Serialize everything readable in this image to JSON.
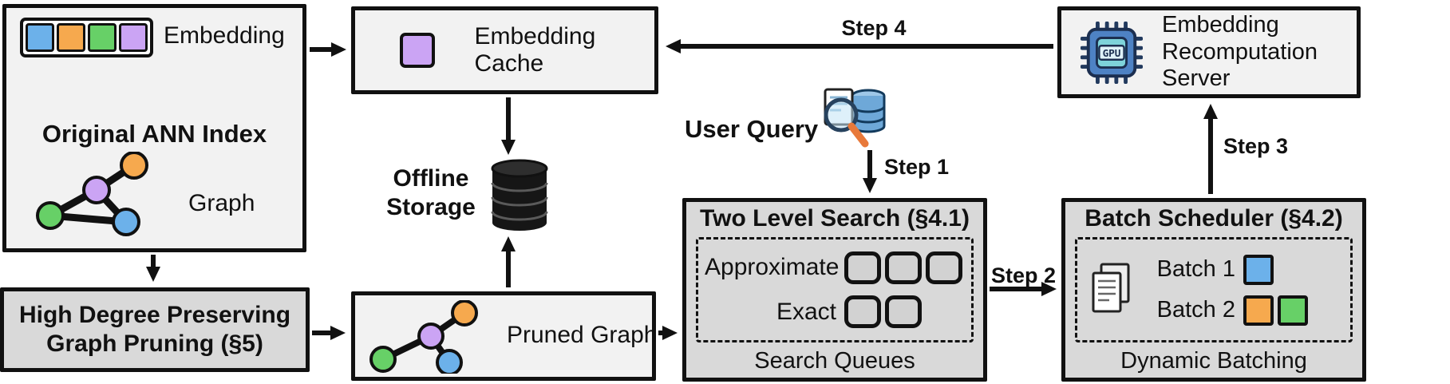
{
  "colors": {
    "blue": "#6cb1ea",
    "orange": "#f6a94e",
    "green": "#67d067",
    "purple": "#cba4f4"
  },
  "original_ann_index": {
    "title": "Original ANN Index",
    "embedding_label": "Embedding",
    "graph_label": "Graph"
  },
  "embedding_cache": {
    "label": "Embedding Cache"
  },
  "offline_storage": {
    "label": "Offline Storage"
  },
  "graph_pruning": {
    "label": "High Degree Preserving Graph Pruning (§5)"
  },
  "pruned_graph": {
    "label": "Pruned Graph"
  },
  "user_query": {
    "label": "User Query"
  },
  "two_level_search": {
    "title": "Two Level Search (§4.1)",
    "approximate_label": "Approximate",
    "exact_label": "Exact",
    "footer": "Search Queues"
  },
  "batch_scheduler": {
    "title": "Batch Scheduler (§4.2)",
    "batch1_label": "Batch 1",
    "batch2_label": "Batch 2",
    "footer": "Dynamic Batching"
  },
  "recomputation_server": {
    "label": "Embedding Recomputation Server",
    "chip_label": "GPU"
  },
  "steps": {
    "s1": "Step 1",
    "s2": "Step 2",
    "s3": "Step 3",
    "s4": "Step 4"
  }
}
